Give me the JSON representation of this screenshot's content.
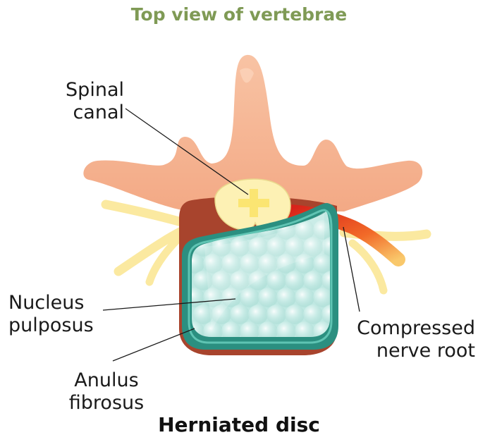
{
  "title": "Top view of vertebrae",
  "caption": "Herniated disc",
  "labels": {
    "spinal_canal_line1": "Spinal",
    "spinal_canal_line2": "canal",
    "nucleus_line1": "Nucleus",
    "nucleus_line2": "pulposus",
    "anulus_line1": "Anulus",
    "anulus_line2": "fibrosus",
    "nerve_line1": "Compressed",
    "nerve_line2": "nerve root"
  },
  "colors": {
    "title": "#7f9a55",
    "bone": "#f6b796",
    "bone_shadow": "#e19c7c",
    "vertebral_body_rim": "#a8442d",
    "spinal_cord": "#fdf1b4",
    "cord_gray_matter": "#fbe36a",
    "nerve": "#fbe9a0",
    "compressed_nerve": "#e83a1e",
    "anulus_fibrosus": "#2b8f80",
    "nucleus_pulposus": "#bfe8e2"
  }
}
